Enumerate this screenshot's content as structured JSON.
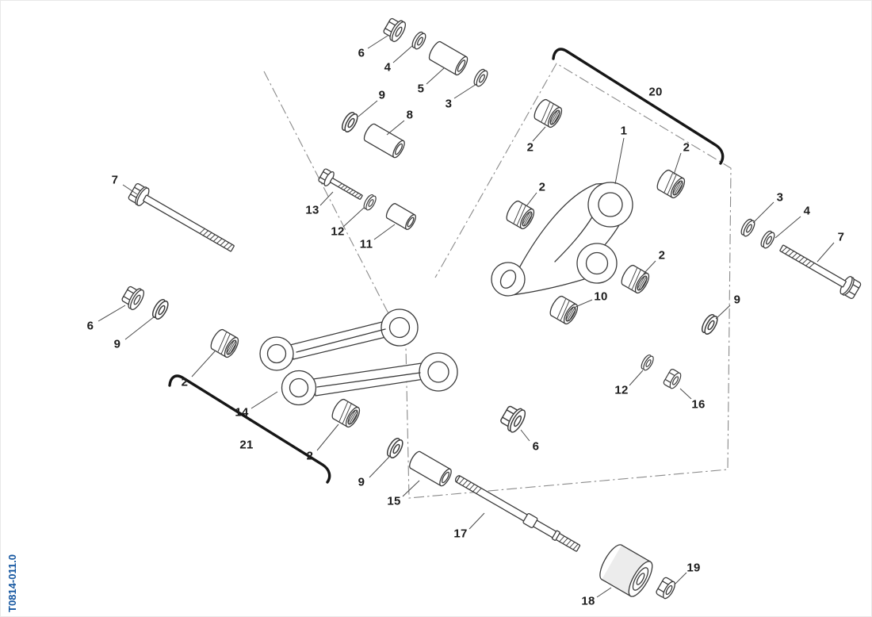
{
  "drawing_number": "T0814-011.0",
  "colors": {
    "line": "#3a3a3a",
    "label": "#1c1c1c",
    "drawing_code_blue": "#1456a0"
  },
  "labels": [
    {
      "text": "6"
    },
    {
      "text": "4"
    },
    {
      "text": "5"
    },
    {
      "text": "3"
    },
    {
      "text": "9"
    },
    {
      "text": "8"
    },
    {
      "text": "2"
    },
    {
      "text": "20"
    },
    {
      "text": "1"
    },
    {
      "text": "2"
    },
    {
      "text": "3"
    },
    {
      "text": "4"
    },
    {
      "text": "7"
    },
    {
      "text": "13"
    },
    {
      "text": "12"
    },
    {
      "text": "11"
    },
    {
      "text": "2"
    },
    {
      "text": "2"
    },
    {
      "text": "10"
    },
    {
      "text": "9"
    },
    {
      "text": "7"
    },
    {
      "text": "6"
    },
    {
      "text": "9"
    },
    {
      "text": "2"
    },
    {
      "text": "14"
    },
    {
      "text": "21"
    },
    {
      "text": "2"
    },
    {
      "text": "12"
    },
    {
      "text": "16"
    },
    {
      "text": "6"
    },
    {
      "text": "9"
    },
    {
      "text": "15"
    },
    {
      "text": "17"
    },
    {
      "text": "18"
    },
    {
      "text": "19"
    }
  ]
}
